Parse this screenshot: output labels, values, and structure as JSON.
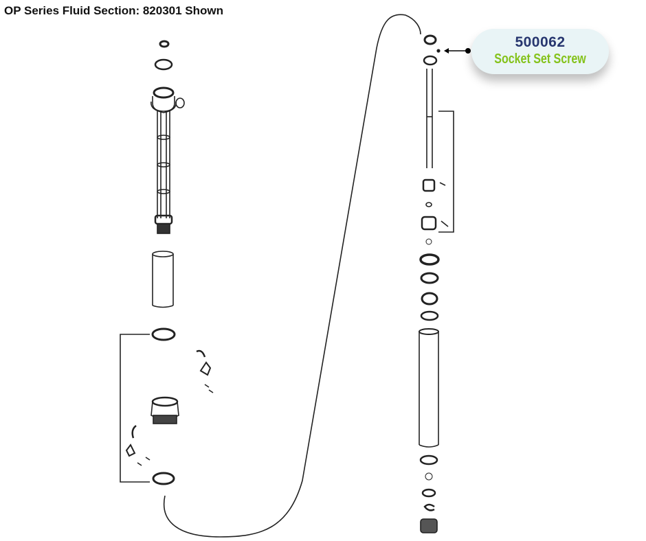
{
  "title": "OP Series Fluid Section: 820301 Shown",
  "callout": {
    "part_number": "500062",
    "description": "Socket Set Screw",
    "number_color": "#27366f",
    "description_color": "#84c21a"
  }
}
